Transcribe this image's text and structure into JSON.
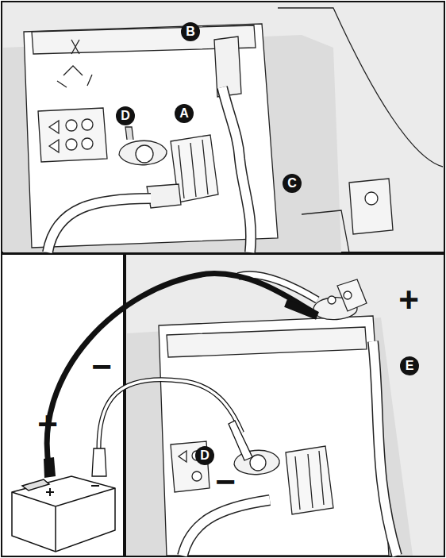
{
  "diagram": {
    "labels": [
      "B",
      "A",
      "D",
      "C",
      "+",
      "−",
      "E",
      "+",
      "D",
      "−"
    ]
  }
}
